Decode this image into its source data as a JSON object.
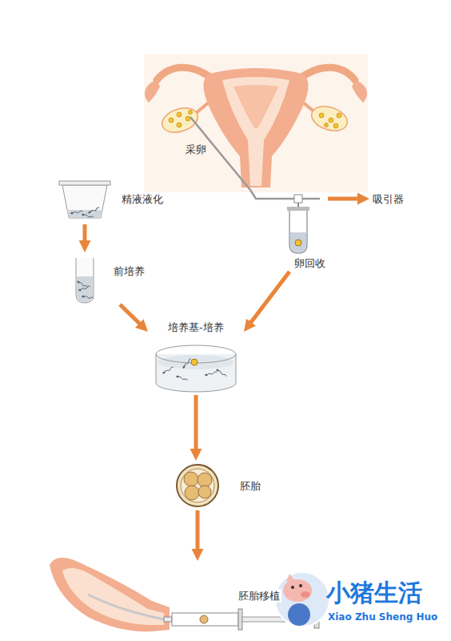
{
  "diagram": {
    "nodes": [
      {
        "text": [
          "采卵"
        ]
      },
      {
        "text": [
          "卵回收"
        ]
      },
      {
        "text": [
          "吸引器"
        ]
      },
      {
        "text": [
          "精液液化"
        ]
      },
      {
        "text": [
          "前培养"
        ]
      },
      {
        "text": [
          "培养基-培养"
        ]
      },
      {
        "text": [
          "胚胎"
        ]
      },
      {
        "text": [
          "胚胎移植"
        ]
      }
    ],
    "edges": [
      {
        "from": 0,
        "to": 1,
        "arrow": "none"
      },
      {
        "from": 1,
        "to": 2,
        "arrow": "to"
      },
      {
        "from": 3,
        "to": 4,
        "arrow": "to"
      },
      {
        "from": 4,
        "to": 5,
        "arrow": "to"
      },
      {
        "from": 1,
        "to": 5,
        "arrow": "to"
      },
      {
        "from": 5,
        "to": 6,
        "arrow": "to"
      },
      {
        "from": 6,
        "to": 7,
        "arrow": "to"
      }
    ],
    "labels": [
      "小猪生活",
      "Xiao Zhu Sheng Huo"
    ]
  }
}
